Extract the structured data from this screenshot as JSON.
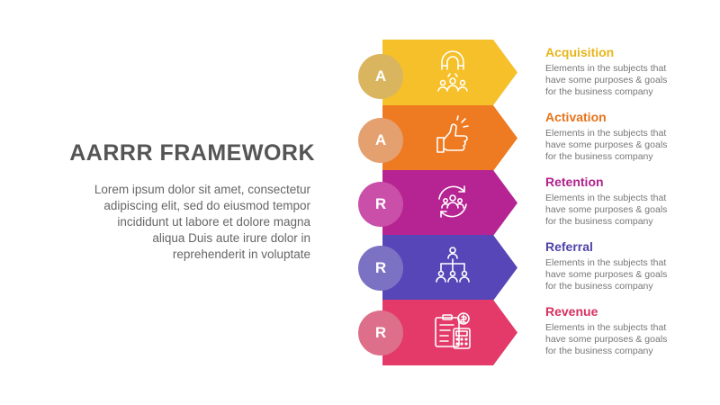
{
  "header": {
    "title": "AARRR FRAMEWORK",
    "description_lines": [
      "Lorem ipsum dolor sit amet, consectetur",
      "adipiscing elit, sed do eiusmod tempor",
      "incididunt ut labore et dolore magna",
      "aliqua Duis aute irure dolor in",
      "reprehenderit in voluptate"
    ]
  },
  "stages": [
    {
      "letter": "A",
      "title": "Acquisition",
      "desc_lines": [
        "Elements in the subjects that",
        "have  some purposes & goals",
        "for the  business company"
      ],
      "arrow_color": "#F5C02A",
      "circle_color": "#D9B560",
      "title_color": "#E8B51A",
      "icon": "magnet-users-icon"
    },
    {
      "letter": "A",
      "title": "Activation",
      "desc_lines": [
        "Elements in the subjects that",
        "have  some purposes & goals",
        "for the  business company"
      ],
      "arrow_color": "#EE7A22",
      "circle_color": "#E5A070",
      "title_color": "#E8731A",
      "icon": "thumbs-up-icon"
    },
    {
      "letter": "R",
      "title": "Retention",
      "desc_lines": [
        "Elements in the subjects that",
        "have  some purposes & goals",
        "for the  business company"
      ],
      "arrow_color": "#B62392",
      "circle_color": "#C94FA8",
      "title_color": "#B0238C",
      "icon": "retention-cycle-icon"
    },
    {
      "letter": "R",
      "title": "Referral",
      "desc_lines": [
        "Elements in the subjects that",
        "have  some purposes & goals",
        "for the  business company"
      ],
      "arrow_color": "#5646B8",
      "circle_color": "#7B72C4",
      "title_color": "#4F43A8",
      "icon": "referral-network-icon"
    },
    {
      "letter": "R",
      "title": "Revenue",
      "desc_lines": [
        "Elements in the subjects that",
        "have  some purposes & goals",
        "for the  business company"
      ],
      "arrow_color": "#E33A6A",
      "circle_color": "#DD6F8A",
      "title_color": "#D8305F",
      "icon": "revenue-report-icon"
    }
  ]
}
